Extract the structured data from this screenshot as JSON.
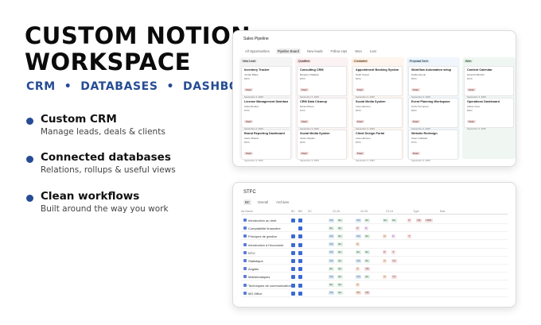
{
  "hero": {
    "title_line1": "CUSTOM NOTION",
    "title_line2": "WORKSPACE",
    "subtitle": "CRM  •  DATABASES  •  DASHBOARDS"
  },
  "features": [
    {
      "title": "Custom CRM",
      "desc": "Manage leads, deals & clients"
    },
    {
      "title": "Connected databases",
      "desc": "Relations, rollups & useful views"
    },
    {
      "title": "Clean workflows",
      "desc": "Built around the way you work"
    }
  ],
  "colors": {
    "accent": "#254c94"
  },
  "pipeline": {
    "title": "Sales Pipeline",
    "tabs": [
      "All Opportunities",
      "Pipeline Board",
      "New leads",
      "Follow Ups",
      "Won",
      "Lost"
    ],
    "columns": [
      {
        "label": "New Lead",
        "bg": "#f4f4f4",
        "pill": "#e4e4e4",
        "cards": [
          {
            "title": "Inventory Tracker",
            "person": "Jordan Blake",
            "amount": "$800",
            "tag": "Fiverr",
            "date": "September 3, 2025"
          },
          {
            "title": "License Management Dashboard",
            "person": "Sofia Mendez",
            "amount": "$750",
            "tag": "Fiverr",
            "date": "September 3, 2025"
          },
          {
            "title": "Brand Reporting Dashboard",
            "person": "Aaron Brandt",
            "amount": "$600",
            "tag": "Fiverr",
            "date": "September 3, 2025"
          }
        ]
      },
      {
        "label": "Qualified",
        "bg": "#fbf3f3",
        "pill": "#f5d9d9",
        "cards": [
          {
            "title": "Consulting CRM",
            "person": "Benjamin Wallace",
            "amount": "$650",
            "tag": "Fiverr",
            "date": "September 3, 2025"
          },
          {
            "title": "CRM Data Cleanup",
            "person": "Daniel Moore",
            "amount": "$700",
            "tag": "Fiverr",
            "date": "September 3, 2025"
          },
          {
            "title": "Social Media System",
            "person": "Justin Hayden",
            "amount": "$450",
            "tag": "Fiverr",
            "date": "September 3, 2025"
          }
        ]
      },
      {
        "label": "Contacted",
        "bg": "#fdf5ee",
        "pill": "#f8e0c8",
        "cards": [
          {
            "title": "Appointment Booking System",
            "person": "Noah Kessel",
            "amount": "$900",
            "tag": "Fiverr",
            "date": "September 3, 2025"
          },
          {
            "title": "Social Media System",
            "person": "Luke Harrison",
            "amount": "$650",
            "tag": "Fiverr",
            "date": "September 3, 2025"
          },
          {
            "title": "Client Design Portal",
            "person": "Luke Harrison",
            "amount": "$550",
            "tag": "Fiverr",
            "date": "September 3, 2025"
          }
        ]
      },
      {
        "label": "Proposal Sent",
        "bg": "#f0f6fb",
        "pill": "#d3e6f5",
        "cards": [
          {
            "title": "Workflow Automation setup",
            "person": "Nadia Farouk",
            "amount": "$950",
            "tag": "Fiverr",
            "date": "September 3, 2025"
          },
          {
            "title": "Event Planning Workspace",
            "person": "Chris Thompson",
            "amount": "$900",
            "tag": "Fiverr",
            "date": "September 3, 2025"
          },
          {
            "title": "Website Redesign",
            "person": "Owen Caldwell",
            "amount": "$700",
            "tag": "Fiverr",
            "date": "September 3, 2025"
          }
        ]
      },
      {
        "label": "Won",
        "bg": "#f0f7f2",
        "pill": "#d2ead9",
        "cards": [
          {
            "title": "Content Calendar",
            "person": "Hannah Mitchell",
            "amount": "$450",
            "tag": "Fiverr",
            "date": "September 3, 2025"
          },
          {
            "title": "Operations Dashboard",
            "person": "Adrian Voss",
            "amount": "$800",
            "tag": "Fiverr",
            "date": "September 3, 2025"
          }
        ]
      }
    ]
  },
  "stfc": {
    "title": "STFC",
    "tabs": [
      "BC",
      "Overall",
      "Archives"
    ],
    "headers": [
      "Aa  Name",
      "BC",
      "BB",
      "SC",
      "22-26",
      "24-25",
      "23-24",
      "Type",
      "Etat"
    ],
    "rows": [
      {
        "name": "Introduction au droit",
        "cb1": true,
        "cb2": true,
        "badges": [
          [
            "On",
            "#d8e8f7"
          ],
          [
            "Ex",
            "#dff1e4"
          ],
          [
            "On",
            "#d8e8f7"
          ],
          [
            "Ex",
            "#dff1e4"
          ],
          [
            "Ex",
            "#dff1e4"
          ],
          [
            "Ex",
            "#dff1e4"
          ],
          [
            "P",
            "#f7dede"
          ],
          [
            "Ok",
            "#f7dede"
          ],
          [
            "CRH",
            "#f7dede"
          ]
        ]
      },
      {
        "name": "Comptabilité financière",
        "cb1": false,
        "cb2": true,
        "badges": [
          [
            "Ex",
            "#dff1e4"
          ],
          [
            "Ex",
            "#dff1e4"
          ],
          [
            "P",
            "#f7dede"
          ],
          [
            "F",
            "#f2e1f7"
          ]
        ]
      },
      {
        "name": "Principes de gestion",
        "cb1": true,
        "cb2": true,
        "badges": [
          [
            "On",
            "#d8e8f7"
          ],
          [
            "Ex",
            "#dff1e4"
          ],
          [
            "On",
            "#d8e8f7"
          ],
          [
            "Ex",
            "#dff1e4"
          ],
          [
            "C",
            "#fbe3d3"
          ],
          [
            "F",
            "#f2e1f7"
          ],
          [
            "T",
            "#f7dede"
          ]
        ]
      },
      {
        "name": "Introduction à l'économie",
        "cb1": true,
        "cb2": true,
        "badges": [
          [
            "On",
            "#d8e8f7"
          ],
          [
            "Ex",
            "#dff1e4"
          ],
          [
            "C",
            "#fbe3d3"
          ]
        ]
      },
      {
        "name": "NTIJ",
        "cb1": true,
        "cb2": true,
        "badges": [
          [
            "On",
            "#d8e8f7"
          ],
          [
            "Ex",
            "#dff1e4"
          ],
          [
            "Ex",
            "#dff1e4"
          ],
          [
            "Ex",
            "#dff1e4"
          ],
          [
            "P",
            "#f7dede"
          ],
          [
            "T",
            "#f7dede"
          ]
        ]
      },
      {
        "name": "Statistique",
        "cb1": true,
        "cb2": true,
        "badges": [
          [
            "On",
            "#d8e8f7"
          ],
          [
            "Ex",
            "#dff1e4"
          ],
          [
            "On",
            "#d8e8f7"
          ],
          [
            "Ex",
            "#dff1e4"
          ],
          [
            "C",
            "#fbe3d3"
          ],
          [
            "Cx",
            "#f7dede"
          ]
        ]
      },
      {
        "name": "Anglais",
        "cb1": true,
        "cb2": true,
        "badges": [
          [
            "Ex",
            "#dff1e4"
          ],
          [
            "Ex",
            "#dff1e4"
          ],
          [
            "C",
            "#fbe3d3"
          ],
          [
            "Ok",
            "#f7dede"
          ]
        ]
      },
      {
        "name": "Mathématiques",
        "cb1": true,
        "cb2": true,
        "badges": [
          [
            "On",
            "#d8e8f7"
          ],
          [
            "Ex",
            "#dff1e4"
          ],
          [
            "On",
            "#d8e8f7"
          ],
          [
            "Ex",
            "#dff1e4"
          ],
          [
            "C",
            "#fbe3d3"
          ],
          [
            "Cx",
            "#f7dede"
          ]
        ]
      },
      {
        "name": "Techniques de communication",
        "cb1": true,
        "cb2": true,
        "badges": [
          [
            "Ex",
            "#dff1e4"
          ],
          [
            "Ex",
            "#dff1e4"
          ],
          [
            "C",
            "#fbe3d3"
          ]
        ]
      },
      {
        "name": "MS Office",
        "cb1": true,
        "cb2": true,
        "badges": [
          [
            "On",
            "#d8e8f7"
          ],
          [
            "Ex",
            "#dff1e4"
          ],
          [
            "PC",
            "#fbe3d3"
          ],
          [
            "Ok",
            "#f7dede"
          ]
        ]
      }
    ]
  }
}
